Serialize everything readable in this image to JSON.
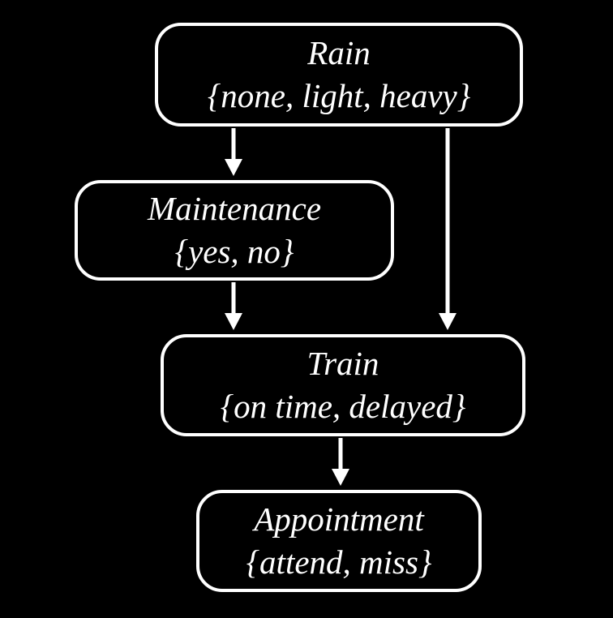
{
  "diagram": {
    "type": "bayesian-network",
    "colors": {
      "background": "#000000",
      "node_border": "#ffffff",
      "text": "#ffffff",
      "arrow": "#ffffff"
    },
    "nodes": {
      "rain": {
        "label": "Rain",
        "values": "{none, light, heavy}"
      },
      "maintenance": {
        "label": "Maintenance",
        "values": "{yes, no}"
      },
      "train": {
        "label": "Train",
        "values": "{on time, delayed}"
      },
      "appointment": {
        "label": "Appointment",
        "values": "{attend, miss}"
      }
    },
    "edges": [
      {
        "from": "Rain",
        "to": "Maintenance"
      },
      {
        "from": "Rain",
        "to": "Train"
      },
      {
        "from": "Maintenance",
        "to": "Train"
      },
      {
        "from": "Train",
        "to": "Appointment"
      }
    ]
  }
}
